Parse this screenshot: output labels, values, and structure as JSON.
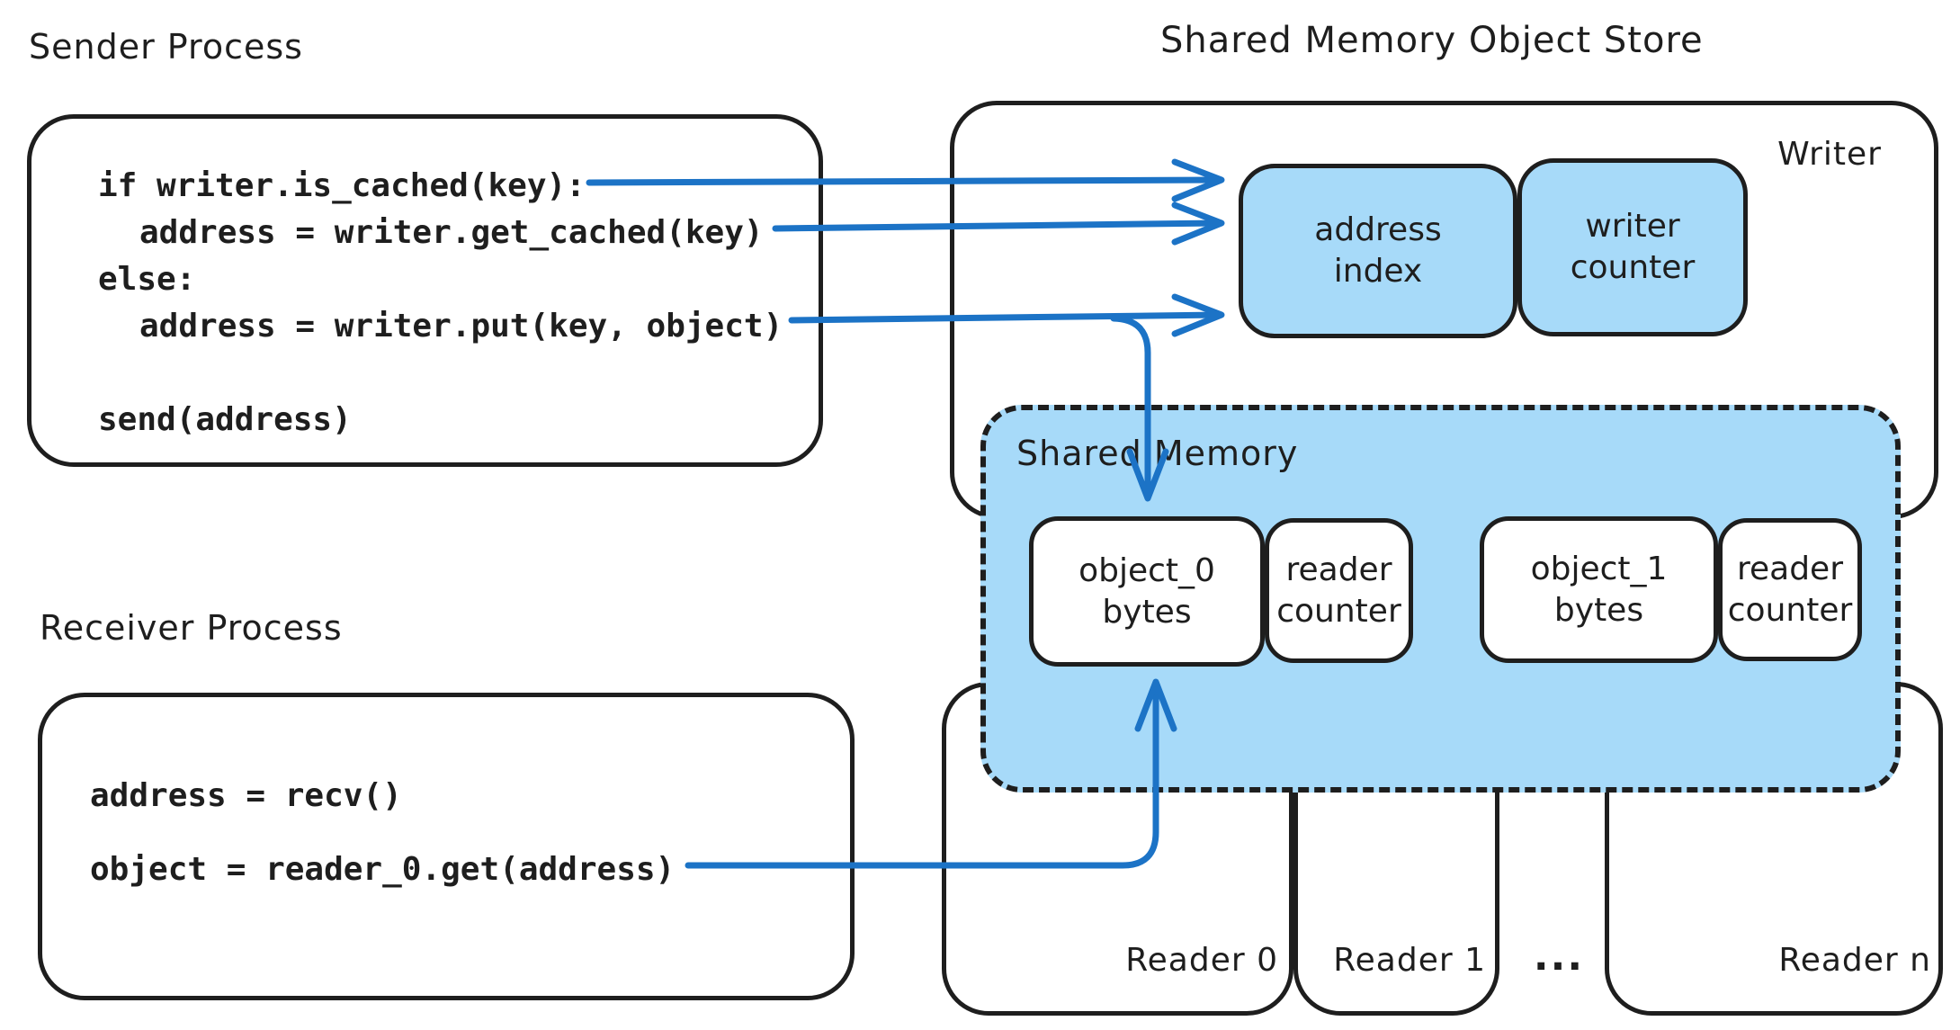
{
  "titles": {
    "sender": "Sender Process",
    "receiver": "Receiver Process",
    "store": "Shared Memory Object Store"
  },
  "sender_code": {
    "l1": "if writer.is_cached(key):",
    "l2": "address = writer.get_cached(key)",
    "l3": "else:",
    "l4": "address = writer.put(key, object)",
    "l5": "send(address)"
  },
  "receiver_code": {
    "l1": "address = recv()",
    "l2": "object = reader_0.get(address)"
  },
  "writer": {
    "label": "Writer",
    "address_index": "address index",
    "writer_counter": "writer counter"
  },
  "shared_memory": {
    "label": "Shared Memory",
    "object0": "object_0 bytes",
    "reader_counter0": "reader counter",
    "object1": "object_1 bytes",
    "reader_counter1": "reader counter"
  },
  "readers": {
    "r0": "Reader 0",
    "r1": "Reader 1",
    "ellipsis": "...",
    "rn": "Reader n"
  },
  "colors": {
    "stroke": "#1e1e1e",
    "fill-blue": "#a7daf9",
    "arrow-blue": "#1c73c6",
    "bg": "#ffffff"
  }
}
